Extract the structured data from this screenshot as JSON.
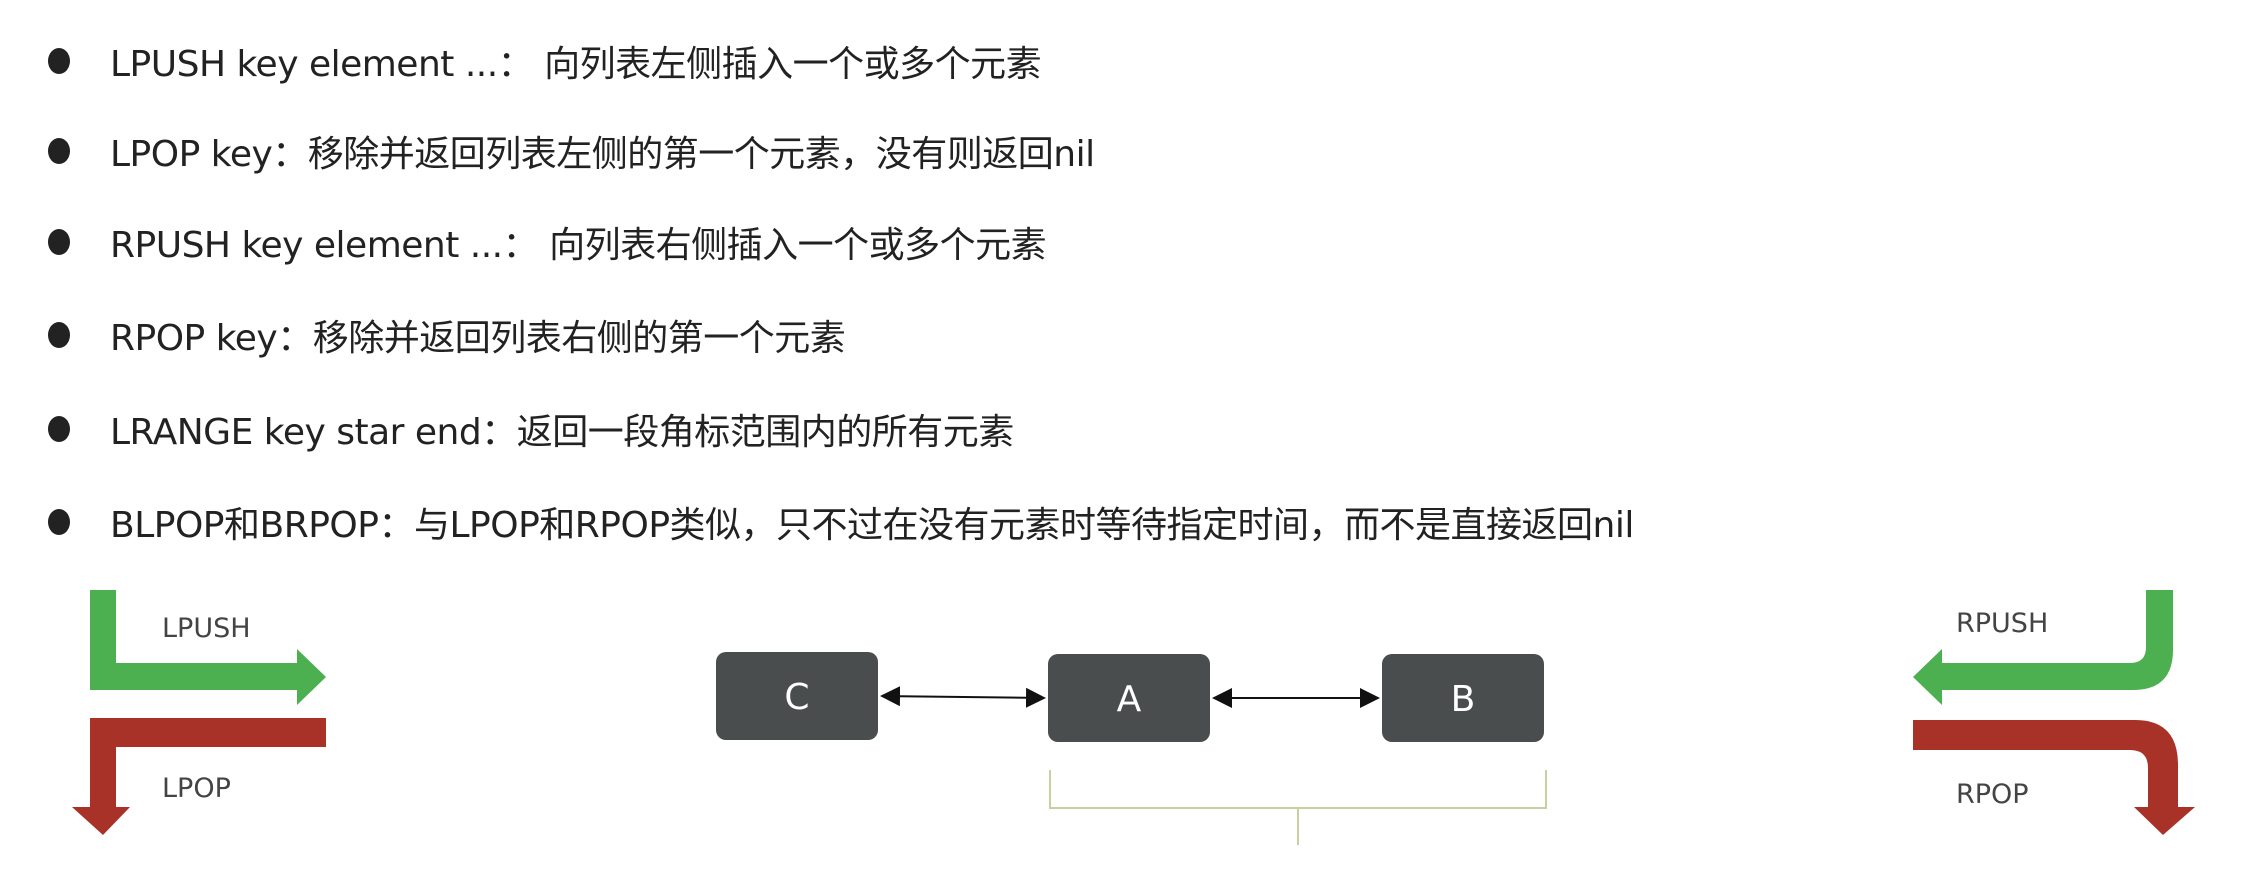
{
  "commands": [
    {
      "text": "LPUSH key  element ...： 向列表左侧插入一个或多个元素"
    },
    {
      "text": "LPOP key：移除并返回列表左侧的第一个元素，没有则返回nil"
    },
    {
      "text": "RPUSH key  element ...： 向列表右侧插入一个或多个元素"
    },
    {
      "text": "RPOP key：移除并返回列表右侧的第一个元素"
    },
    {
      "text": "LRANGE key star end：返回一段角标范围内的所有元素"
    },
    {
      "text": "BLPOP和BRPOP：与LPOP和RPOP类似，只不过在没有元素时等待指定时间，而不是直接返回nil"
    }
  ],
  "diagram": {
    "lpush_label": "LPUSH",
    "lpop_label": "LPOP",
    "rpush_label": "RPUSH",
    "rpop_label": "RPOP",
    "nodes": [
      "C",
      "A",
      "B"
    ],
    "colors": {
      "push": "#4caf50",
      "pop": "#a83228",
      "node": "#4a4d4d",
      "bracket": "#c8d0a0"
    }
  }
}
